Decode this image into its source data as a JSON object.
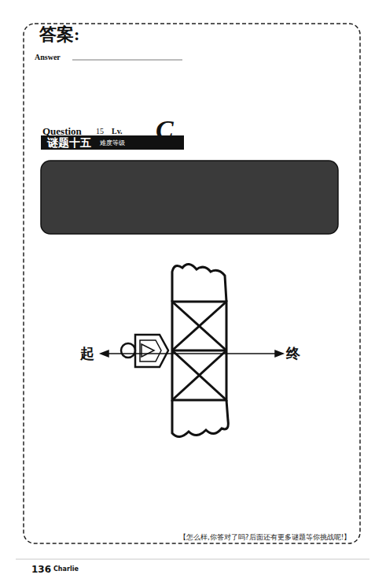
{
  "diagram": {
    "labels": [
      "答案:",
      "Answer",
      "Question",
      "15",
      "Lv.",
      "C",
      "谜题十五",
      "难度等级",
      "起",
      "终",
      "【怎么样,你答对了吗?后面还有更多谜题等你挑战呢!】",
      "136",
      "Charlie"
    ]
  }
}
